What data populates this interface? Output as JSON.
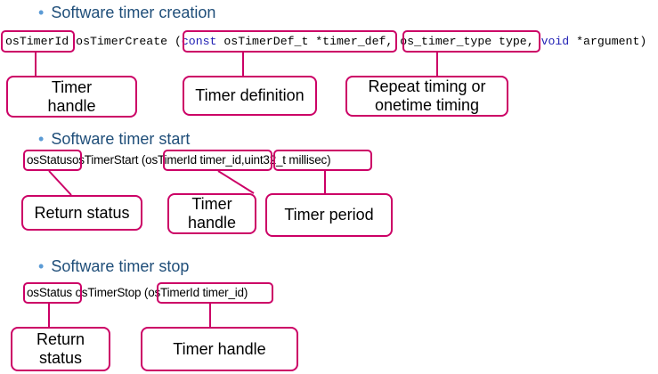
{
  "sections": [
    {
      "bullet": "Software timer creation",
      "signature": {
        "return_type": "osTimerId",
        "function": "osTimerCreate",
        "open_paren": "(",
        "kw_const": "const",
        "param1_rest": "osTimerDef_t *timer_def",
        "comma1": ",",
        "param2": "os_timer_type type",
        "comma2": ",",
        "kw_void": "void",
        "param3_rest": "*argument)"
      },
      "callouts": [
        "Timer\nhandle",
        "Timer definition",
        "Repeat timing or\nonetime timing"
      ]
    },
    {
      "bullet": "Software timer start",
      "signature": {
        "return_type": "osStatus",
        "function": "osTimerStart",
        "open_paren": "(",
        "param1": "osTimerId timer_id",
        "comma1": ",",
        "param2": "uint32_t millisec",
        "close_paren": ")"
      },
      "callouts": [
        "Return status",
        "Timer\nhandle",
        "Timer period"
      ]
    },
    {
      "bullet": "Software timer stop",
      "signature": {
        "return_type": "osStatus",
        "function": "osTimerStop",
        "open_paren": "(",
        "param1": "osTimerId timer_id",
        "close_paren": ")"
      },
      "callouts": [
        "Return\nstatus",
        "Timer handle"
      ]
    }
  ],
  "colors": {
    "highlight": "#cc0066",
    "bullet_text": "#1f4e79",
    "bullet_dot": "#5b9bd5",
    "keyword": "#1f1fb4"
  }
}
